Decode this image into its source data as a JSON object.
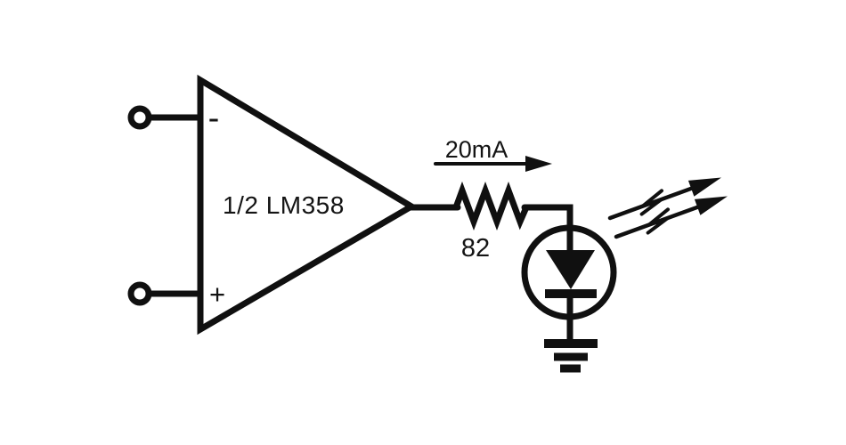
{
  "colors": {
    "ink": "#101010",
    "background": "#ffffff"
  },
  "opamp": {
    "label": "1/2 LM358",
    "inverting_input_label": "-",
    "noninverting_input_label": "+"
  },
  "output": {
    "current_label": "20mA",
    "resistor_value": "82"
  }
}
